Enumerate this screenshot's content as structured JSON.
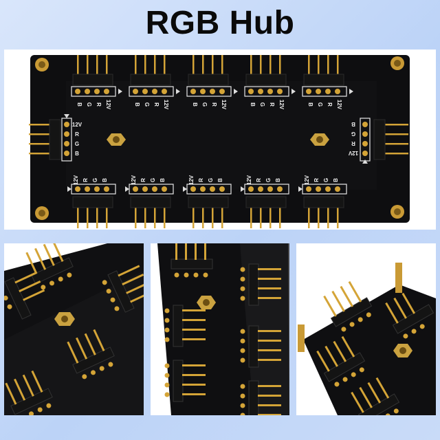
{
  "title": "RGB Hub",
  "pin_labels": {
    "top": [
      "B",
      "G",
      "R",
      "12V"
    ],
    "bottom": [
      "12V",
      "R",
      "G",
      "B"
    ],
    "left": [
      "12V",
      "R",
      "G",
      "B"
    ],
    "right": [
      "B",
      "G",
      "R",
      "12V"
    ]
  },
  "colors": {
    "pcb": "#0e0e10",
    "gold": "#d4a437",
    "pin_housing": "#141414",
    "silkscreen": "#f2f2f2"
  },
  "icons": [
    "arrow-marker-icon",
    "standoff-icon",
    "hex-nut-icon"
  ]
}
